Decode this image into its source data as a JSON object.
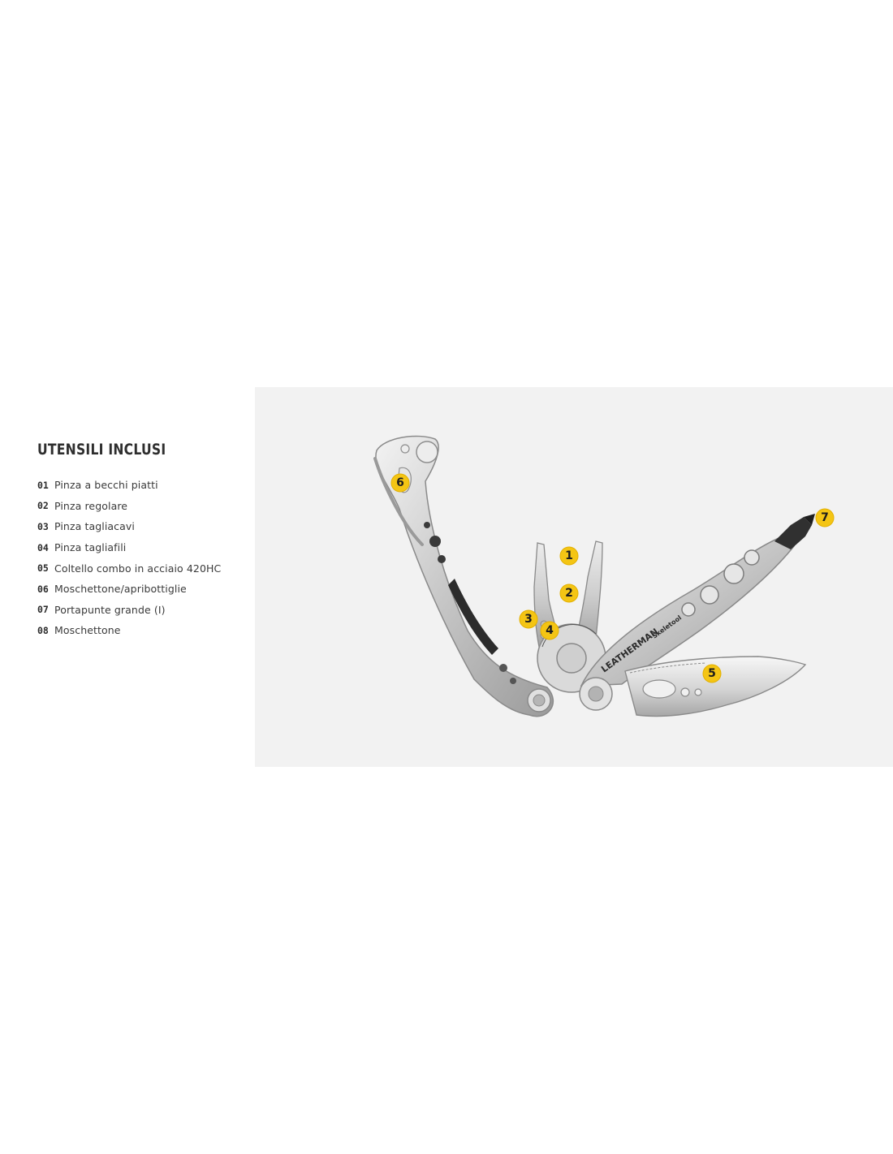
{
  "section": {
    "title": "UTENSILI INCLUSI"
  },
  "tools": [
    {
      "number": "01",
      "name": "Pinza a becchi piatti"
    },
    {
      "number": "02",
      "name": "Pinza regolare"
    },
    {
      "number": "03",
      "name": "Pinza tagliacavi"
    },
    {
      "number": "04",
      "name": "Pinza tagliafili"
    },
    {
      "number": "05",
      "name": "Coltello combo in acciaio 420HC"
    },
    {
      "number": "06",
      "name": "Moschettone/apribottiglie"
    },
    {
      "number": "07",
      "name": "Portapunte grande (I)"
    },
    {
      "number": "08",
      "name": "Moschettone"
    }
  ],
  "product_image": {
    "brand_etching": "LEATHERMAN",
    "model_etching": "Skeletool",
    "callouts": [
      "1",
      "2",
      "3",
      "4",
      "5",
      "6",
      "7"
    ]
  },
  "colors": {
    "callout": "#f4c514",
    "panel_background": "#f2f2f2",
    "text": "#3a3a3a"
  }
}
